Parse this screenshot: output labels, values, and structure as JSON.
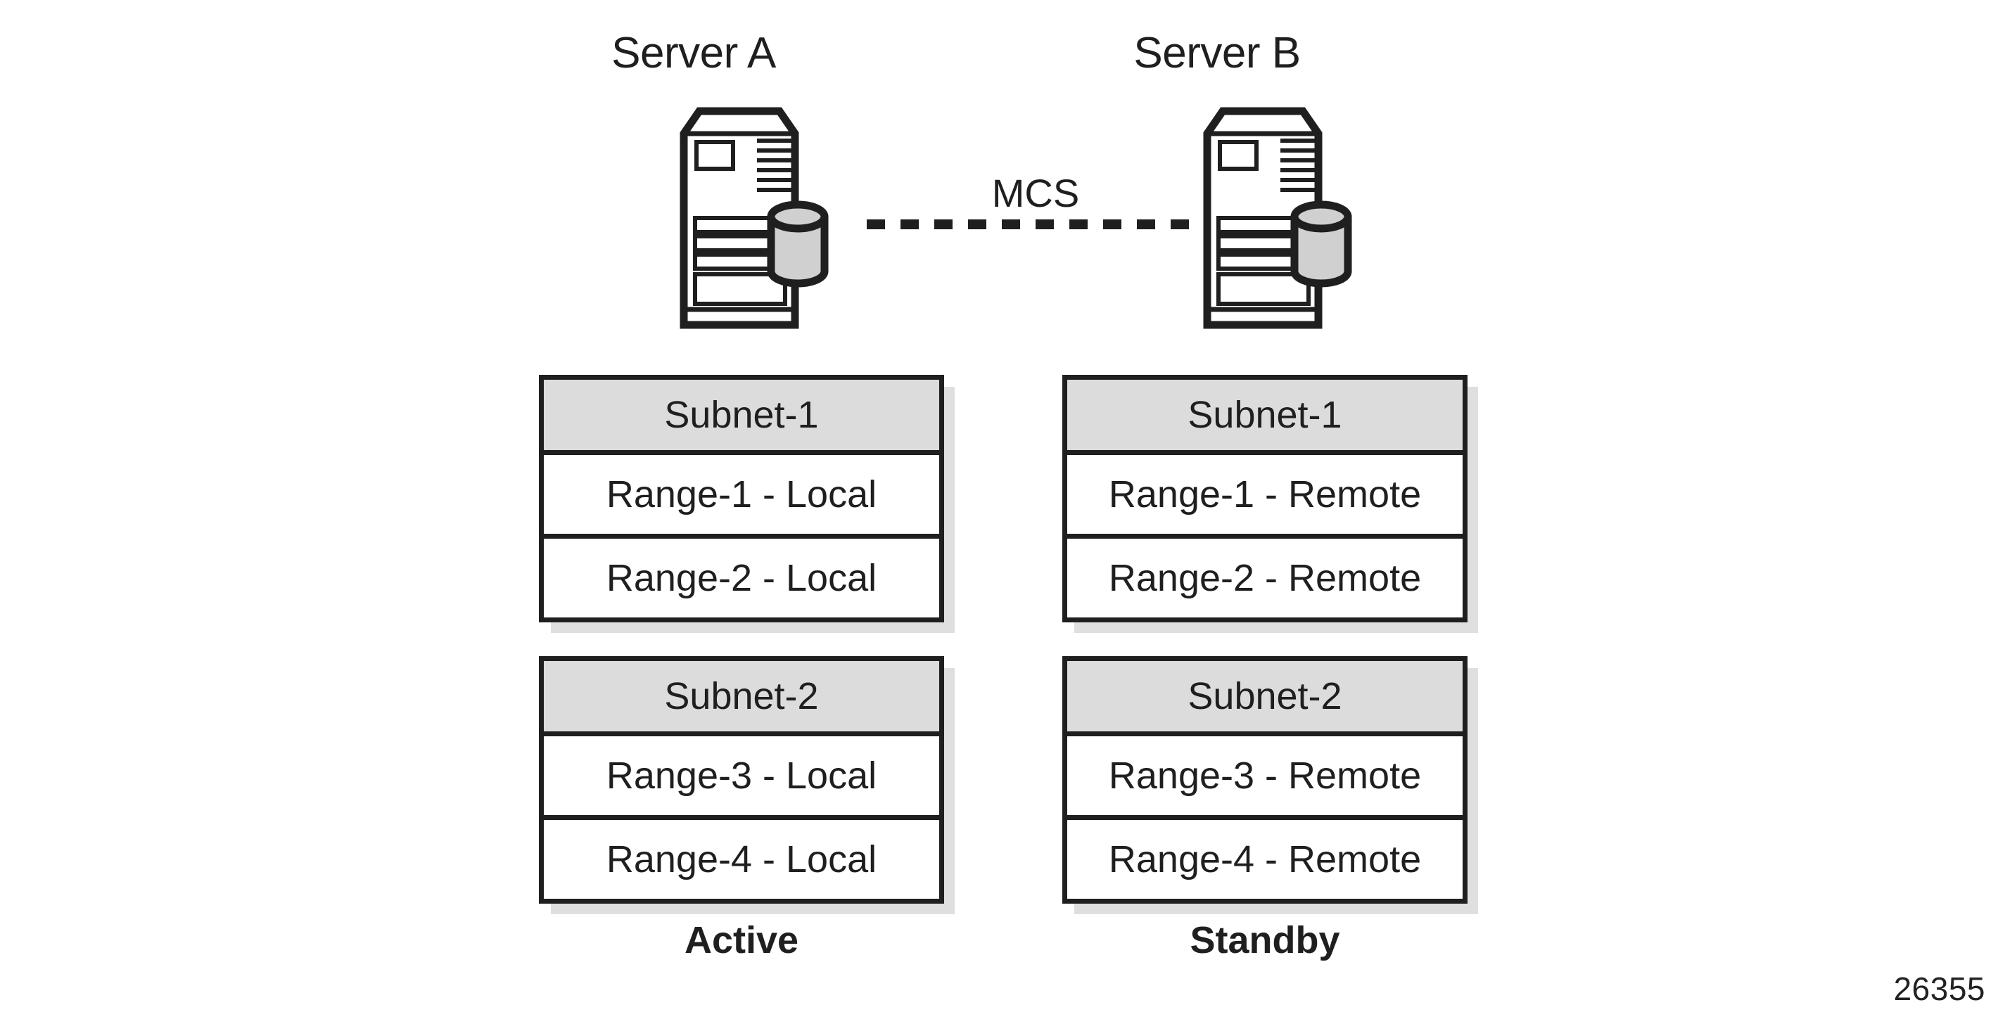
{
  "figure": {
    "id_label": "26355",
    "link_label": "MCS"
  },
  "servers": [
    {
      "title": "Server A",
      "icon": "server-tower-with-database-icon",
      "role": "Active"
    },
    {
      "title": "Server B",
      "icon": "server-tower-with-database-icon",
      "role": "Standby"
    }
  ],
  "tables": [
    {
      "header": "Subnet-1",
      "rows": [
        "Range-1 - Local",
        "Range-2 - Local"
      ]
    },
    {
      "header": "Subnet-1",
      "rows": [
        "Range-1 - Remote",
        "Range-2 - Remote"
      ]
    },
    {
      "header": "Subnet-2",
      "rows": [
        "Range-3 - Local",
        "Range-4 - Local"
      ]
    },
    {
      "header": "Subnet-2",
      "rows": [
        "Range-3 - Remote",
        "Range-4 - Remote"
      ]
    }
  ],
  "roles": {
    "left": "Active",
    "right": "Standby"
  },
  "colors": {
    "stroke": "#1f1f1f",
    "header_fill": "#dcdcdc",
    "cell_fill": "#ffffff",
    "cylinder_fill": "#d0d0d0",
    "shadow": "#dcdcdc",
    "background": "#ffffff"
  }
}
